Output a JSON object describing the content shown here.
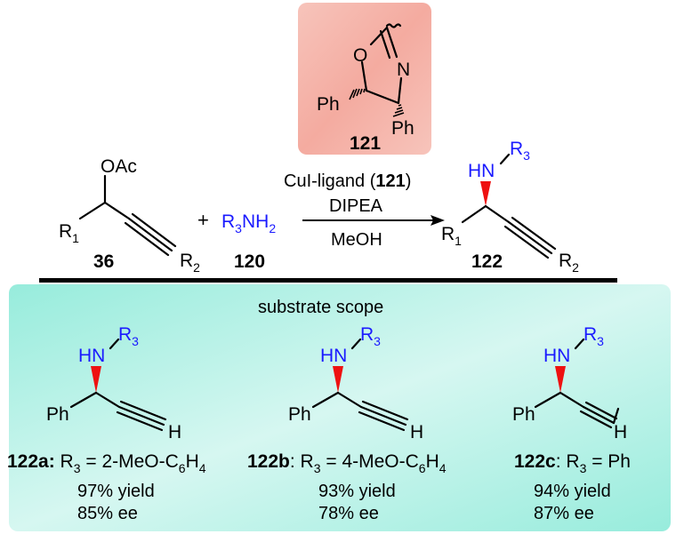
{
  "ligand": {
    "id": "121",
    "O": "O",
    "N": "N",
    "ph_left": "Ph",
    "ph_right": "Ph",
    "box_color": "#f6b5ab"
  },
  "reaction": {
    "reactant1": {
      "id": "36",
      "group": "OAc",
      "r1": "R",
      "r1_sub": "1",
      "r2": "R",
      "r2_sub": "2"
    },
    "plus": "+",
    "reactant2": {
      "id": "120",
      "r": "R",
      "sub3": "3",
      "nh": "NH",
      "sub2": "2"
    },
    "conditions": {
      "line1_pre": "CuI-ligand (",
      "line1_bold": "121",
      "line1_post": ")",
      "line2": "DIPEA",
      "line3": "MeOH"
    },
    "product": {
      "id": "122",
      "hn": "HN",
      "r3": "R",
      "r3_sub": "3",
      "r1": "R",
      "r1_sub": "1",
      "r2": "R",
      "r2_sub": "2"
    }
  },
  "scope": {
    "title": "substrate scope",
    "box_color": "#a8eee0",
    "items": [
      {
        "id": "122a",
        "sep": ":",
        "label_pre": " R",
        "label_sub": "3",
        "label_eq": " = 2-MeO-C",
        "label_sub2": "6",
        "label_post": "H",
        "label_sub3": "4",
        "yield": "97% yield",
        "ee": "85% ee",
        "ph": "Ph",
        "h": "H",
        "hn": "HN",
        "r": "R",
        "rsub": "3"
      },
      {
        "id": "122b",
        "sep": ":",
        "label_pre": " R",
        "label_sub": "3",
        "label_eq": " = 4-MeO-C",
        "label_sub2": "6",
        "label_post": "H",
        "label_sub3": "4",
        "yield": "93% yield",
        "ee": "78% ee",
        "ph": "Ph",
        "h": "H",
        "hn": "HN",
        "r": "R",
        "rsub": "3"
      },
      {
        "id": "122c",
        "sep": ":",
        "label_pre": " R",
        "label_sub": "3",
        "label_eq": " = Ph",
        "label_sub2": "",
        "label_post": "",
        "label_sub3": "",
        "yield": "94% yield",
        "ee": "87% ee",
        "ph": "Ph",
        "h": "H",
        "hn": "HN",
        "r": "R",
        "rsub": "3"
      }
    ]
  },
  "colors": {
    "heteroatom": "#1a1aff",
    "wedge": "#ee1111"
  }
}
